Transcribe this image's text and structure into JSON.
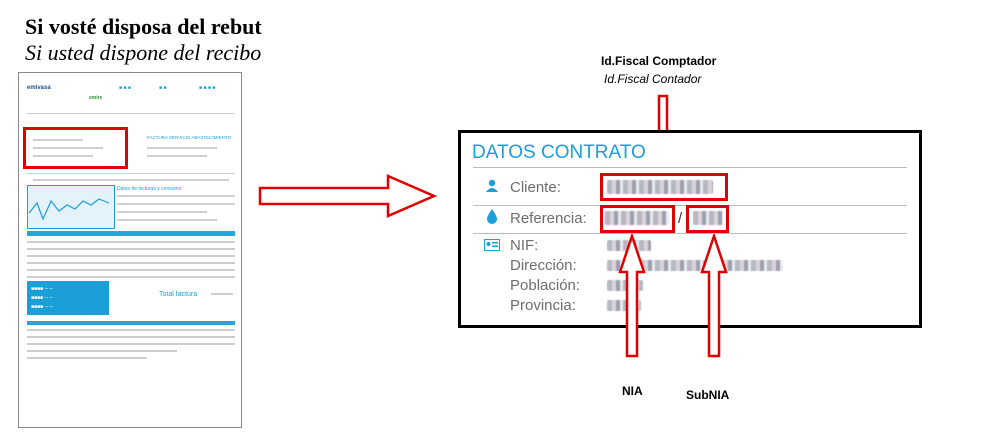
{
  "heading": {
    "catalan": "Si vosté disposa del rebut",
    "spanish": "Si usted dispone del recibo"
  },
  "receipt": {
    "logo_text": "emivasa",
    "brand2": "emire",
    "invoice_title": "FACTURA SERVICIO ABASTECIMIENTO",
    "detail_title": "Datos de lecturas y consumo",
    "total_label": "Total factura"
  },
  "card": {
    "title": "DATOS CONTRATO",
    "cliente_label": "Cliente:",
    "referencia_label": "Referencia:",
    "slash": "/",
    "nif_label": "NIF:",
    "direccion_label": "Dirección:",
    "poblacion_label": "Población:",
    "provincia_label": "Provincia:"
  },
  "annotations": {
    "idfiscal_ca": "Id.Fiscal Comptador",
    "idfiscal_es": "Id.Fiscal Contador",
    "nia": "NIA",
    "subnia": "SubNIA"
  },
  "colors": {
    "accent": "#1a9fd9",
    "highlight": "#e00000"
  }
}
